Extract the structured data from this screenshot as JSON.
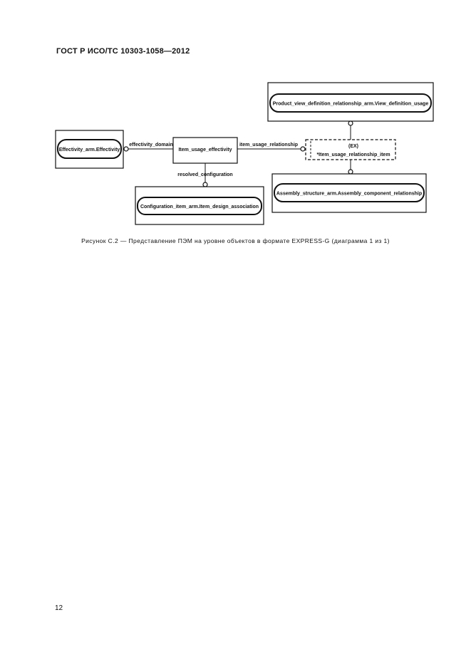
{
  "header": {
    "title": "ГОСТ Р ИСО/ТС 10303-1058—2012"
  },
  "diagram": {
    "entities": {
      "effectivity": "Effectivity_arm.Effectivity",
      "item_usage_effectivity": "Item_usage_effectivity",
      "configuration_item": "Configuration_item_arm.Item_design_association",
      "product_view_definition": "Product_view_definition_relationship_arm.View_definition_usage",
      "assembly_component": "Assembly_structure_arm.Assembly_component_relationship"
    },
    "select": {
      "tag": "(EX)",
      "label": "*Item_usage_relationship_item"
    },
    "relations": {
      "effectivity_domain": "effectivity_domain",
      "item_usage_relationship": "item_usage_relationship",
      "resolved_configuration": "resolved_configuration"
    }
  },
  "caption": "Рисунок С.2 — Представление ПЭМ на уровне объектов в формате EXPRESS-G (диаграмма 1 из 1)",
  "footer": {
    "page_number": "12"
  }
}
